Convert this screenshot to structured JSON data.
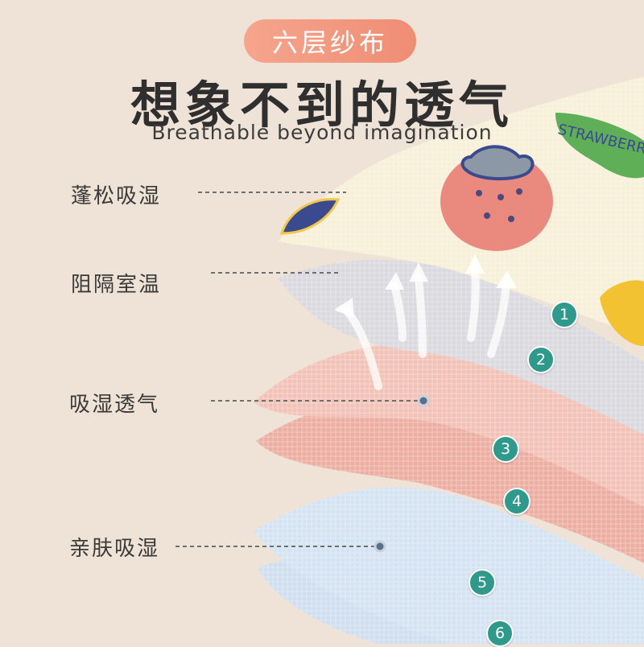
{
  "header": {
    "badge": "六层纱布",
    "title": "想象不到的透气",
    "subtitle": "Breathable beyond imagination"
  },
  "features": [
    {
      "label": "蓬松吸湿"
    },
    {
      "label": "阻隔室温"
    },
    {
      "label": "吸湿透气"
    },
    {
      "label": "亲肤吸湿"
    }
  ],
  "layers": [
    "1",
    "2",
    "3",
    "4",
    "5",
    "6"
  ],
  "fabric_print_text": "STRAWBERRY",
  "colors": {
    "background": "#efe3d7",
    "badge": "#f09079",
    "number_badge": "#2f9a8c",
    "layer_top": "#f7efd8",
    "layer_gray": "#dad9df",
    "layer_pink": "#f1bfb4",
    "layer_blue": "#d2e2f1"
  }
}
